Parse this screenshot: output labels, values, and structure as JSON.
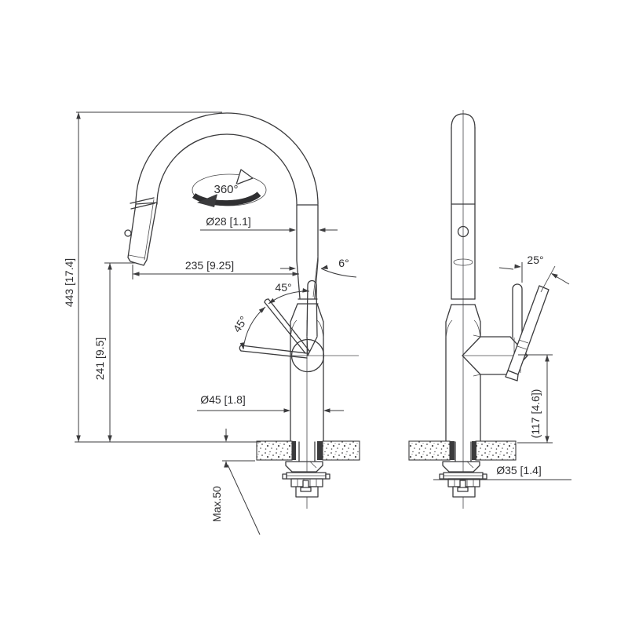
{
  "drawing": {
    "description": "Technical dimension drawing of a pull-down kitchen faucet, front view and side view, on white background",
    "colors": {
      "line": "#3b3b3d",
      "text": "#2e2e30",
      "background": "#ffffff"
    },
    "labels": {
      "overall_height": "443 [17.4]",
      "spout_outlet_height": "241 [9.5]",
      "spout_reach": "235 [9.25]",
      "spout_tube_diameter": "Ø28 [1.1]",
      "body_diameter": "Ø45 [1.8]",
      "swivel_angle": "360°",
      "handle_arc_upper": "45°",
      "handle_arc_lower": "45°",
      "spout_tilt": "6°",
      "max_deck_thickness": "Max.50",
      "side_handle_angle": "25°",
      "spout_to_deck_height": "(117 [4.6])",
      "mount_hole_diameter": "Ø35 [1.4]"
    }
  }
}
